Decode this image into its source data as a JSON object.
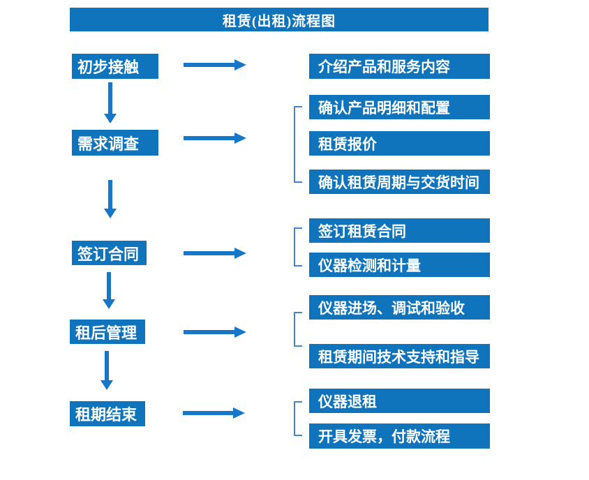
{
  "title_bar": {
    "text": "租赁(出租)流程图"
  },
  "colors": {
    "box_blue": "#0F74BC",
    "arrow_blue": "#1677C9",
    "bracket_blue": "#4484C4",
    "text_white": "#FFFFFF"
  },
  "flow": {
    "rows": [
      {
        "step": "初步接触",
        "details": [
          "介绍产品和服务内容"
        ]
      },
      {
        "step": "需求调查",
        "details": [
          "确认产品明细和配置",
          "租赁报价",
          "确认租赁周期与交货时间"
        ]
      },
      {
        "step": "签订合同",
        "details": [
          "签订租赁合同",
          "仪器检测和计量"
        ]
      },
      {
        "step": "租后管理",
        "details": [
          "仪器进场、调试和验收",
          "租赁期间技术支持和指导"
        ]
      },
      {
        "step": "租期结束",
        "details": [
          "仪器退租",
          "开具发票，付款流程"
        ]
      }
    ]
  }
}
